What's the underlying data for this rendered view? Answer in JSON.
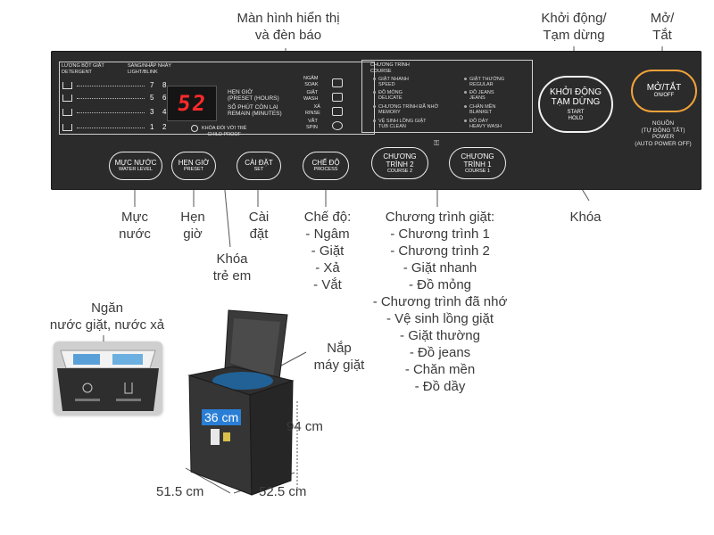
{
  "callouts": {
    "display": [
      "Màn hình hiển thị",
      "và đèn báo"
    ],
    "start": [
      "Khởi động/",
      "Tạm dừng"
    ],
    "power": [
      "Mở/",
      "Tắt"
    ],
    "water_level": [
      "Mực",
      "nước"
    ],
    "preset": [
      "Hẹn",
      "giờ"
    ],
    "child_lock": [
      "Khóa",
      "trẻ em"
    ],
    "set": [
      "Cài",
      "đặt"
    ],
    "lock": "Khóa",
    "process": [
      "Chế độ:",
      "- Ngâm",
      "- Giặt",
      "- Xả",
      "- Vắt"
    ],
    "programs": [
      "Chương trình giặt:",
      "- Chương trình 1",
      "- Chương trình 2",
      "- Giặt nhanh",
      "- Đồ mỏng",
      "- Chương trình đã nhớ",
      "- Vệ sinh lồng giặt",
      "- Giặt thường",
      "- Đồ jeans",
      "- Chăn mền",
      "- Đồ dầy"
    ],
    "drawer": [
      "Ngăn",
      "nước giặt, nước xả"
    ],
    "lid": [
      "Nắp",
      "máy giặt"
    ]
  },
  "dimensions": {
    "depth": "36 cm",
    "height": "94 cm",
    "width": "51.5 cm",
    "side": "52.5 cm"
  },
  "panel": {
    "detergent_label": [
      "LƯỢNG BỘT GIẶT",
      "DETERGENT"
    ],
    "blink_label": [
      "SÁNG/NHẤP NHÁY",
      "LIGHT/BLINK"
    ],
    "levels": [
      {
        "a": "7",
        "b": "8"
      },
      {
        "a": "5",
        "b": "6"
      },
      {
        "a": "3",
        "b": "4"
      },
      {
        "a": "1",
        "b": "2"
      }
    ],
    "display_value": "52",
    "preset_hours": [
      "HẸN GIỜ",
      "(PRESET (HOURS)"
    ],
    "remain": [
      "SỐ PHÚT CÒN LẠI",
      "REMAIN (MINUTES)"
    ],
    "child_lock": [
      "KHÓA ĐỔI VỚI TRẺ",
      "CHILD PROOF"
    ],
    "process_items": [
      {
        "vi": "NGÂM",
        "en": "SOAK"
      },
      {
        "vi": "GIẶT",
        "en": "WASH"
      },
      {
        "vi": "XẢ",
        "en": "RINSE"
      },
      {
        "vi": "VẮT",
        "en": "SPIN"
      }
    ],
    "course_title": [
      "CHƯƠNG TRÌNH",
      "COURSE"
    ],
    "course_left": [
      {
        "vi": "GIẶT NHANH",
        "en": "SPEED"
      },
      {
        "vi": "ĐỒ MỎNG",
        "en": "DELICATE"
      },
      {
        "vi": "CHƯƠNG TRÌNH ĐÃ NHỚ",
        "en": "MEMORY"
      },
      {
        "vi": "VỆ SINH LỒNG GIẶT",
        "en": "TUB CLEAN"
      }
    ],
    "course_right": [
      {
        "vi": "GIẶT THƯỜNG",
        "en": "REGULAR"
      },
      {
        "vi": "ĐỒ JEANS",
        "en": "JEANS"
      },
      {
        "vi": "CHĂN MỀN",
        "en": "BLANKET"
      },
      {
        "vi": "ĐỒ DÀY",
        "en": "HEAVY WASH"
      }
    ],
    "buttons": {
      "water_level": {
        "vi": "MỰC NƯỚC",
        "en": "WATER LEVEL"
      },
      "preset": {
        "vi": "HẸN GIỜ",
        "en": "PRESET"
      },
      "set": {
        "vi": "CÀI ĐẶT",
        "en": "SET"
      },
      "process": {
        "vi": "CHẾ ĐỘ",
        "en": "PROCESS"
      },
      "course2": {
        "vi1": "CHƯƠNG",
        "vi2": "TRÌNH 2",
        "en": "COURSE 2"
      },
      "course1": {
        "vi1": "CHƯƠNG",
        "vi2": "TRÌNH 1",
        "en": "COURSE 1"
      },
      "start": {
        "vi1": "KHỞI ĐỘNG",
        "vi2": "TẠM DỪNG",
        "en1": "START",
        "en2": "HOLD"
      },
      "power": {
        "vi": "MỞ/TẮT",
        "en": "ON/OFF"
      }
    },
    "power_note": [
      "NGUỒN",
      "(TỰ ĐỘNG TẮT)",
      "POWER",
      "(AUTO POWER OFF)"
    ]
  },
  "colors": {
    "panel": "#2b2b2b",
    "display_red": "#ff2a2a",
    "power_ring": "#f0a23a",
    "accent_blue": "#1f7fd8"
  }
}
